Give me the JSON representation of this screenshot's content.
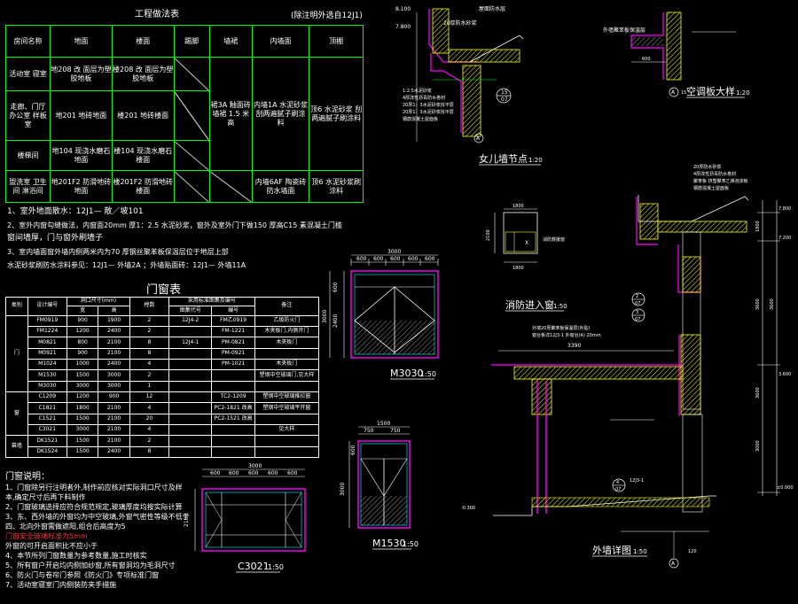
{
  "finish_table": {
    "title": "工程做法表",
    "note": "(除注明外选自12J1)",
    "headers": [
      "房间名称",
      "地面",
      "楼面",
      "踢脚",
      "墙裙",
      "内墙面",
      "顶棚"
    ],
    "rows": [
      [
        "活动室 寝室",
        "地208 改 面层为塑胶地板",
        "楼208 改 面层为塑胶地板"
      ],
      [
        "走廊、门厅 办公室 样板室",
        "地201 地砖地面",
        "楼201 地砖楼面"
      ],
      [
        "楼梯间",
        "地104 现浇水磨石地面",
        "楼104 现浇水磨石楼面"
      ],
      [
        "盥洗室 卫生间 淋浴间",
        "地201F2 防滑地砖地面",
        "楼201F2 防滑地砖楼面"
      ]
    ],
    "wainscot": "裙3A 釉面砖墙裙 1.5 米高",
    "wall_a": "内墙1A 水泥砂浆 刮两遍腻子刷涂料",
    "ceiling_a": "顶6 水泥砂浆 刮两遍腻子刷涂料",
    "wall_b": "内墙6AF 陶瓷砖防水墙面",
    "ceiling_b": "顶6 水泥砂浆刷涂料"
  },
  "notes": [
    "1、室外地面散水：12J1— 散／坡101",
    "2、室外内窗勾缝做法，内窗面20mm 厚1：2.5 水泥砂浆，窗外及室外门下做150 厚高C15 素混凝土门槛",
    "   窗间墙厚，门与窗外刷墙子",
    "3、室内墙面窗外墙内侧两米内为70 厚钢丝聚苯板保温层位于地层上部",
    "   水泥砂浆刷防水涂料参见：12J1— 外墙2A ；外墙贴面砖：12J1— 外墙11A"
  ],
  "dw_table": {
    "title": "门窗表",
    "h1": [
      "类别",
      "设计编号",
      "洞口尺寸(mm)",
      "樘数",
      "采用标准图集及编号",
      "备注"
    ],
    "h2": [
      "宽",
      "高",
      "图集代号",
      "编号"
    ],
    "cat_door": "门",
    "cat_window": "窗",
    "cat_other": "幕墙",
    "rows": [
      [
        "FM0919",
        "900",
        "1900",
        "2",
        "12J4-2",
        "FM乙0919",
        "乙级防火门"
      ],
      [
        "FM1224",
        "1200",
        "2400",
        "2",
        "",
        "FM-1221",
        "木夹板门,内侧开门"
      ],
      [
        "M0821",
        "800",
        "2100",
        "8",
        "12J4-1",
        "PM-0821",
        "木夹板门"
      ],
      [
        "M0921",
        "900",
        "2100",
        "8",
        "",
        "PM-0921",
        ""
      ],
      [
        "M1024",
        "1000",
        "2400",
        "4",
        "",
        "PM-1021",
        "木夹板门"
      ],
      [
        "M1530",
        "1500",
        "3000",
        "2",
        "",
        "",
        "塑钢中空玻璃门,见大样"
      ],
      [
        "M3030",
        "3000",
        "3000",
        "1",
        "",
        "",
        ""
      ],
      [
        "C1209",
        "1200",
        "900",
        "12",
        "",
        "TC2-1209",
        "塑钢中空玻璃推拉窗"
      ],
      [
        "C1821",
        "1800",
        "2100",
        "4",
        "",
        "PC2-1821 改高",
        "塑钢中空玻璃平开窗"
      ],
      [
        "C1521",
        "1500",
        "2100",
        "20",
        "",
        "PC2-1521 改高",
        ""
      ],
      [
        "C3021",
        "3000",
        "2100",
        "4",
        "",
        "",
        "见大样"
      ],
      [
        "DK1521",
        "1500",
        "2100",
        "2",
        "",
        "",
        ""
      ],
      [
        "DK1524",
        "1500",
        "2400",
        "8",
        "",
        "",
        ""
      ]
    ]
  },
  "door_notes": {
    "title": "门窗说明：",
    "lines": [
      "1、门窗除另行注明者外,制作前应核对实际洞口尺寸及样",
      "   本,确定尺寸后再下料制作",
      "2、门窗玻璃选择应符合规范规定,玻璃厚度均按实际计算",
      "3、东、西外墙的外窗均为中空玻璃,外窗气密性等级不低于",
      "   四、北向外窗需做遮阳,组合后高度为5",
      "   门窗安全玻璃标准为5mm",
      "   外窗的可开启面积比不应小于",
      "4、本节所列门窗数量为参考数量,施工时核实",
      "5、所有窗户开启均内侧加纱窗,所有窗洞均为毛洞尺寸",
      "6、防火门与卷帘门参照《防火门》专项标准门窗",
      "7、活动室寝室门内侧装防夹手措施"
    ],
    "highlight_line": "   门窗安全玻璃标准为5mm"
  },
  "labels": {
    "parapet": "女儿墙节点",
    "parapet_scale": "1:20",
    "ac_board": "空调板大样",
    "ac_scale": "1:20",
    "fire_entry": "消防进入窗",
    "fire_scale": "1:50",
    "ext_wall": "外墙详图",
    "ext_scale": "1:50",
    "m3030": "M3030",
    "m3030_scale": "1:50",
    "c3021": "C3021",
    "c3021_scale": "1:50",
    "m1530": "M1530",
    "m1530_scale": "1:50"
  },
  "callouts": {
    "pa_a": "A",
    "pa_num": "15",
    "pa_sheet": "07",
    "ac_a": "A",
    "ac_num": "15",
    "ew_a": "A",
    "ew_num1": "2",
    "ew_sheet1": "07",
    "ew_num2": "3",
    "ew_sheet2": "07",
    "ew_num3": "4",
    "ew_sheet3": "07",
    "ew_bottom": "A",
    "ew_bottom_num": "120"
  },
  "dims": {
    "m3030_top": [
      "600",
      "600",
      "600",
      "600",
      "600"
    ],
    "m3030_total": "3000",
    "m3030_h": "3000",
    "m3030_h2": "2400",
    "m3030_h1": "600",
    "c3021_top": [
      "600",
      "600",
      "600",
      "600",
      "600"
    ],
    "c3021_total": "3000",
    "c3021_h": "2100",
    "m1530_top": [
      "750",
      "750"
    ],
    "m1530_total": "1500",
    "m1530_h": "3000",
    "m1530_h1": "600",
    "fire_w": "1800",
    "fire_h": "2100",
    "fire_w2": "1800",
    "ew_levels": [
      "7.800",
      "7.200",
      "3.600",
      "±0.000",
      "-0.300"
    ],
    "ew_dims": [
      "1800",
      "3600",
      "3600",
      "3600",
      "3000"
    ],
    "ew_span": "3390",
    "top_elev": "8.100",
    "top_elev2": "7.800",
    "ac_dim": "600"
  },
  "annotations": {
    "pa_note1": "20厚防水砂浆",
    "pa_note2": "1:2.5水泥砂浆",
    "pa_note3": "4厚改性沥青防水卷材",
    "pa_note4": "20厚1：3水泥砂浆找平层",
    "pa_note5": "20厚1：3水泥砂浆找平层",
    "pa_note6": "钢筋混凝土屋面板",
    "pa_note7": "屋面防水层",
    "ac_note": "外墙聚苯板保温层",
    "ew_note1": "20厚防水砂浆",
    "ew_note2": "4厚改性沥青防水卷材",
    "ew_note3": "聚苯板 挤塑聚苯乙烯泡沫板",
    "ew_note4": "钢筋混凝土屋面板",
    "ew_note5": "外墙20厚聚苯板保温层(外贴)",
    "ew_note6": "窗台板详12J3-1 外窗台(A) 20mm",
    "fire_note": "消防救援窗",
    "ew_ref": "12J3-1"
  },
  "colors": {
    "table_line": "#00ff00",
    "magenta": "#ff00ff",
    "cyan": "#00ffff",
    "yellow": "#ffff00",
    "red": "#ff3030",
    "green": "#00ff00",
    "white": "#ffffff"
  }
}
